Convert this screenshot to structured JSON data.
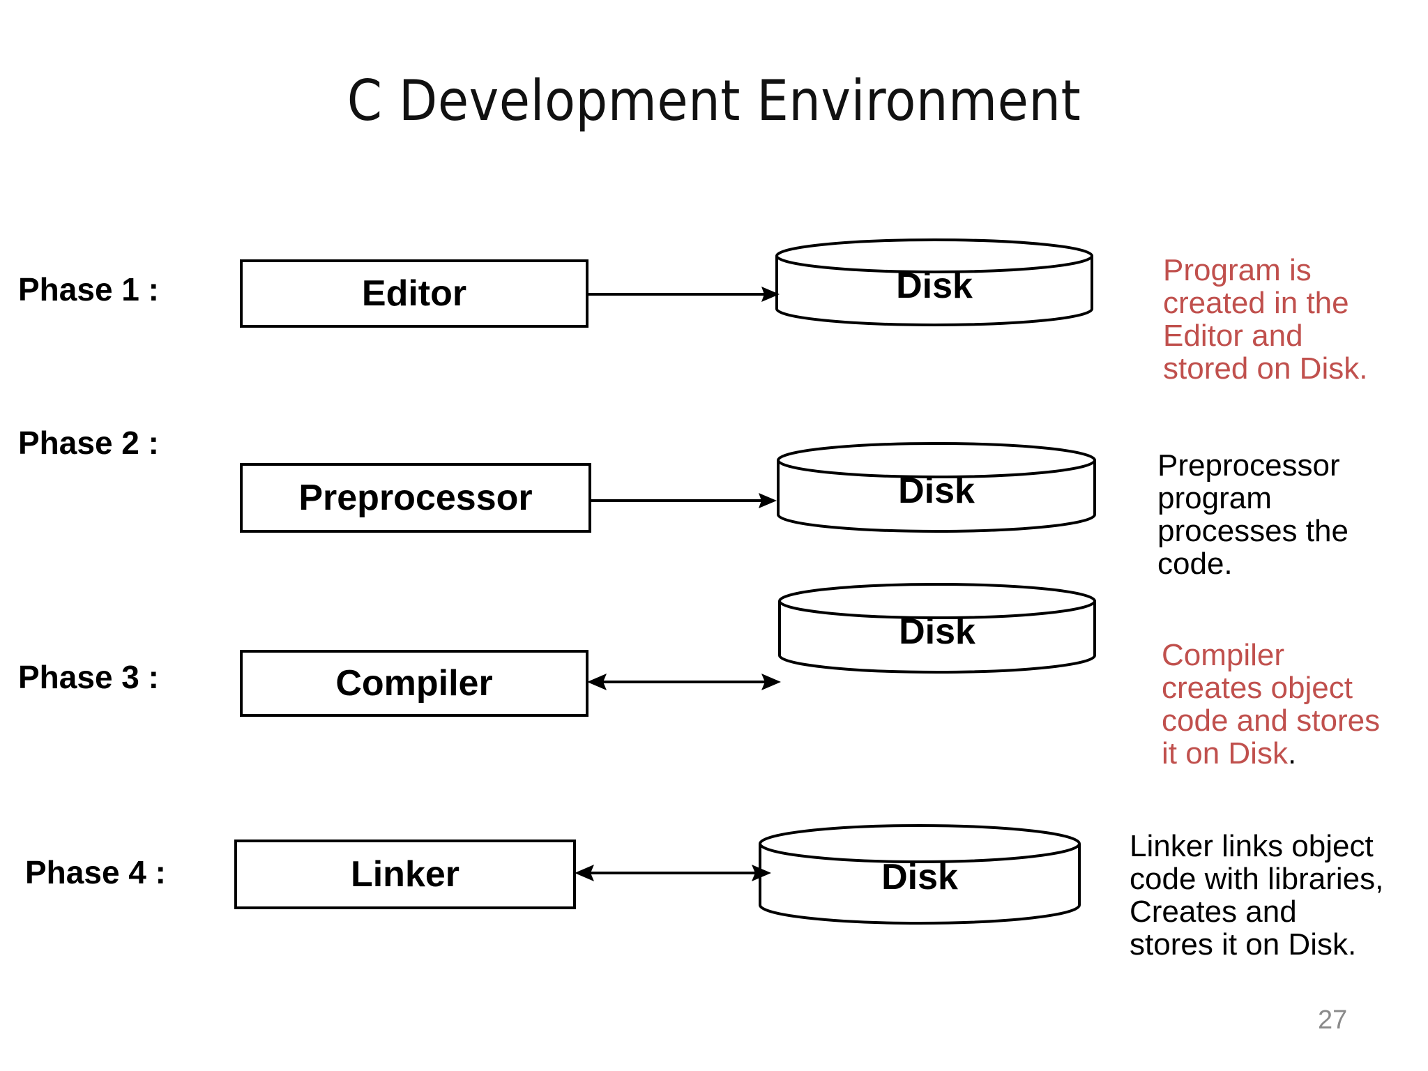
{
  "slide": {
    "title": "C Development Environment",
    "page_number": "27"
  },
  "colors": {
    "accent_red": "#C0504D",
    "text_black": "#000000",
    "page_number_gray": "#8A8A8A",
    "background": "#FFFFFF"
  },
  "phases": [
    {
      "label": "Phase 1 :",
      "stage": "Editor",
      "target": "Disk",
      "arrow": "one-way-right",
      "note": {
        "color": "red",
        "lines": [
          "Program is",
          "created in the",
          "Editor and",
          "stored on Disk."
        ],
        "text": "Program is created in the Editor and stored on Disk."
      }
    },
    {
      "label": "Phase 2 :",
      "stage": "Preprocessor",
      "target": "Disk",
      "arrow": "one-way-right",
      "note": {
        "color": "black",
        "lines": [
          "Preprocessor",
          "program",
          "processes the",
          "code."
        ],
        "text": "Preprocessor program processes the code."
      }
    },
    {
      "label": "Phase 3 :",
      "stage": "Compiler",
      "target": "Disk",
      "arrow": "two-way",
      "note": {
        "color": "red",
        "lines": [
          "Compiler",
          "creates object",
          "code and stores",
          "it  on Disk"
        ],
        "trailing_period": ".",
        "text": "Compiler creates object code and stores it  on Disk."
      }
    },
    {
      "label": "Phase 4 :",
      "stage": "Linker",
      "target": "Disk",
      "arrow": "two-way",
      "note": {
        "color": "black",
        "lines": [
          "Linker links object",
          "code with libraries,",
          "Creates and",
          "stores it  on Disk."
        ],
        "text": "Linker links object code with libraries, Creates and stores it  on Disk."
      }
    }
  ]
}
